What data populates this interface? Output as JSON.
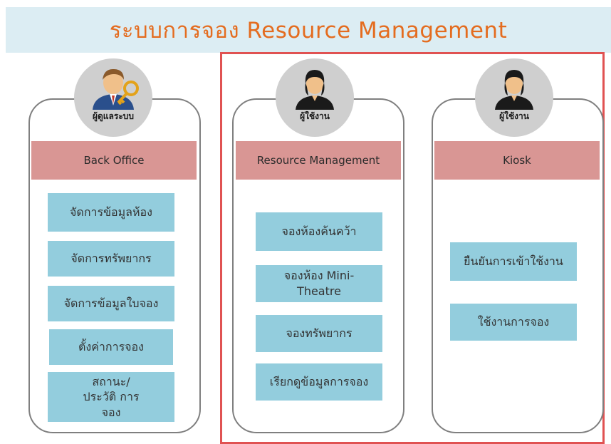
{
  "banner": {
    "title": "ระบบการจอง Resource Management"
  },
  "panels": [
    {
      "role": "ผู้ดูแลระบบ",
      "icon": "admin-with-key-icon",
      "header": "Back Office",
      "buttons": [
        "จัดการข้อมูลห้อง",
        "จัดการทรัพยากร",
        "จัดการข้อมูลใบจอง",
        "ตั้งค่าการจอง",
        "สถานะ/ประวัติ การจอง"
      ]
    },
    {
      "role": "ผู้ใช้งาน",
      "icon": "user-icon",
      "header": "Resource Management",
      "buttons": [
        "จองห้องค้นคว้า",
        "จองห้อง Mini-Theatre",
        "จองทรัพยากร",
        "เรียกดูข้อมูลการจอง"
      ]
    },
    {
      "role": "ผู้ใช้งาน",
      "icon": "user-icon",
      "header": "Kiosk",
      "buttons": [
        "ยืนยันการเข้าใช้งาน",
        "ใช้งานการจอง"
      ]
    }
  ],
  "colors": {
    "banner_bg": "#dcedf3",
    "title": "#e46c1f",
    "highlight_border": "#e05252",
    "header_bar": "#d99694",
    "button": "#93cddd",
    "avatar_bg": "#cfcfcf"
  }
}
